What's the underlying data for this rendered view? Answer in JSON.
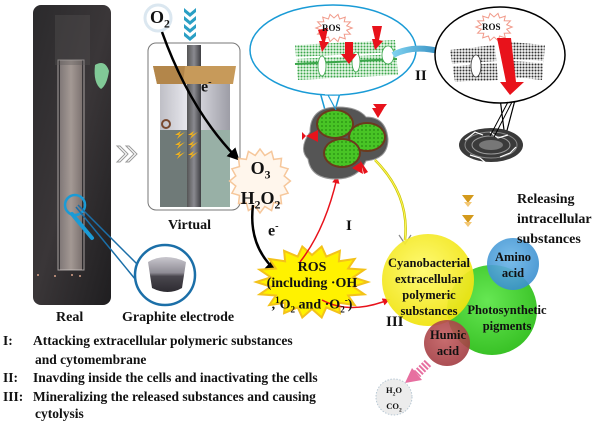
{
  "panels": {
    "real_label": "Real",
    "virtual_label": "Virtual",
    "graphite_label": "Graphite electrode"
  },
  "reactants": {
    "oxygen": {
      "base": "O",
      "sub": "2"
    },
    "ozone": {
      "base": "O",
      "sub": "3"
    },
    "hydrogen_peroxide": {
      "h": "H",
      "h_sub": "2",
      "o": "O",
      "o_sub": "2"
    },
    "electron_1": {
      "base": "e",
      "sup": "-"
    },
    "electron_2": {
      "base": "e",
      "sup": "-"
    }
  },
  "ros_burst": {
    "title": "ROS",
    "line2": "(including ·OH",
    "line3_prefix": ",",
    "line3_singlet_sup": "1",
    "line3_o": "O",
    "line3_o_sub": "2",
    "line3_and": " and  ·O",
    "line3_o2_sub": "2",
    "line3_minus_sup": "-",
    "line3_close": ")"
  },
  "zoom_bubbles": {
    "membrane_ros": "ROS",
    "inner_ros": "ROS"
  },
  "pathway_labels": {
    "I": "I",
    "II": "II",
    "III": "III"
  },
  "release": {
    "line1": "Releasing",
    "line2": "intracellular",
    "line3": "substances"
  },
  "circles": {
    "eps": [
      "Cyanobacterial",
      "extracellular",
      "polymeric",
      "substances"
    ],
    "amino": [
      "Amino",
      "acid"
    ],
    "photo": [
      "Photosynthetic",
      "pigments"
    ],
    "humic": [
      "Humic",
      "acid"
    ],
    "products": {
      "h2o_base": "H",
      "h2o_sub": "2",
      "h2o_end": "O",
      "co2_base": "CO",
      "co2_sub": "2"
    }
  },
  "colors": {
    "eps": "#f5ef1f",
    "amino": "#4a9fd8",
    "photo": "#3fd12a",
    "humic": "#b34a4f",
    "ros_burst": "#fff200",
    "ros_burst_edge": "#f3c21a",
    "h2o2_burst": "#fff6ec",
    "h2o2_burst_edge": "#f6c79b",
    "attack_arrow": "#e8121b",
    "membrane_bubble": "#1a9bd6",
    "release_arrow": "#d49a1c",
    "mineral_arrow": "#e76fa0",
    "cell_green": "#3cbf1f"
  },
  "legend": [
    {
      "key": "I:",
      "text": "Attacking extracellular polymeric substances",
      "cont": "and cytomembrane"
    },
    {
      "key": "II:",
      "text": "Inavding inside the cells and inactivating the cells",
      "cont": ""
    },
    {
      "key": "III:",
      "text": "Mineralizing the released substances and causing",
      "cont": "cytolysis"
    }
  ]
}
